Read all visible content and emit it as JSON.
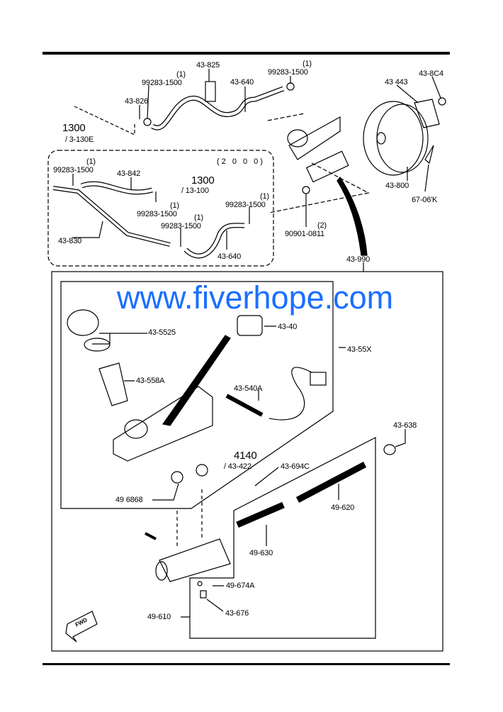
{
  "watermark": "www.fiverhope.com",
  "colors": {
    "watermark": "#1a6fff",
    "line": "#000000"
  },
  "labels": {
    "l43_825": "43-825",
    "q1a": "(1)",
    "p1a": "99283-1500",
    "l43_640a": "43-640",
    "q1b": "(1)",
    "p1b": "99283-1500",
    "l43_443": "43 443",
    "l43_8c4": "43-8C4",
    "l43_826": "43-826",
    "ref1300a": "1300",
    "ref1300a_sub": "/ 3-130E",
    "q1c": "(1)",
    "p1c": "99283-1500",
    "variant": "(2 0 0 0)",
    "l43_842": "43-842",
    "ref1300b": "1300",
    "ref1300b_sub": "/ 13-100",
    "q1d": "(1)",
    "p1d": "99283-1500",
    "q1e": "(1)",
    "p1e": "99283-1500",
    "q1f": "(1)",
    "p1f": "99283-1500",
    "l43_830": "43-830",
    "l43_640b": "43-640",
    "l43_800": "43-800",
    "l67_061k": "67-06'K",
    "q2": "(2)",
    "p90901": "90901-0811",
    "l43_990": "43-990",
    "l43_5525": "43-5525",
    "l43_40x": "43-40",
    "l43_55x": "43-55X",
    "l43_558a": "43-558A",
    "l43_540a": "43-540A",
    "l43_638": "43-638",
    "ref4140": "4140",
    "ref4140_sub": "/ 43-422",
    "l43_694c": "43-694C",
    "l49_6868": "49 6868",
    "l49_620": "49-620",
    "l49_630": "49-630",
    "l49_674a": "49-674A",
    "l43_676": "43-676",
    "l49_610": "49-610",
    "fwd": "FWD"
  }
}
